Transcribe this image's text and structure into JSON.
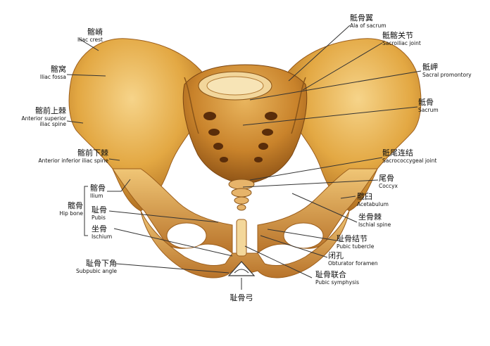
{
  "labels": {
    "iliac_crest": {
      "zh": "髂嵴",
      "en": "Iliac crest"
    },
    "iliac_fossa": {
      "zh": "髂窝",
      "en": "Iliac fossa"
    },
    "asis": {
      "zh": "髂前上棘",
      "en1": "Anterior superior",
      "en2": "iliac spine"
    },
    "aiis": {
      "zh": "髂前下棘",
      "en": "Anterior inferior iliac spine"
    },
    "hip_bone": {
      "zh": "髋骨",
      "en": "Hip bone"
    },
    "ilium": {
      "zh": "髂骨",
      "en": "Ilium"
    },
    "pubis": {
      "zh": "耻骨",
      "en": "Pubis"
    },
    "ischium": {
      "zh": "坐骨",
      "en": "Ischium"
    },
    "subpubic_angle": {
      "zh": "耻骨下角",
      "en": "Subpubic angle"
    },
    "pubic_arch": {
      "zh": "耻骨弓"
    },
    "ala_sacrum": {
      "zh": "骶骨翼",
      "en": "Ala of sacrum"
    },
    "sacroiliac": {
      "zh": "骶髂关节",
      "en": "Sacroiliac joint"
    },
    "promontory": {
      "zh": "骶岬",
      "en": "Sacral promontory"
    },
    "sacrum": {
      "zh": "骶骨",
      "en": "Sacrum"
    },
    "sacrococcygeal": {
      "zh": "骶尾连结",
      "en": "Sacrococcygeal joint"
    },
    "coccyx": {
      "zh": "尾骨",
      "en": "Coccyx"
    },
    "acetabulum": {
      "zh": "髋臼",
      "en": "Acetabulum"
    },
    "ischial_spine": {
      "zh": "坐骨棘",
      "en": "Ischial spine"
    },
    "pubic_tubercle": {
      "zh": "耻骨结节",
      "en": "Pubic tubercle"
    },
    "obturator": {
      "zh": "闭孔",
      "en": "Obturator foramen"
    },
    "symphysis": {
      "zh": "耻骨联合",
      "en": "Pubic symphysis"
    }
  }
}
